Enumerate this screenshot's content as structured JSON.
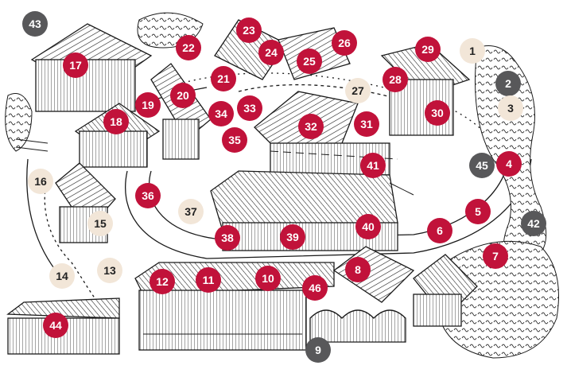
{
  "colors": {
    "red": "#c1123a",
    "dark": "#58585a",
    "beige": "#f2e6d8",
    "ink": "#1a1a1a"
  },
  "markers": [
    {
      "label": "1",
      "style": "beige"
    },
    {
      "label": "2",
      "style": "dark"
    },
    {
      "label": "3",
      "style": "beige"
    },
    {
      "label": "4",
      "style": "red"
    },
    {
      "label": "5",
      "style": "red"
    },
    {
      "label": "6",
      "style": "red"
    },
    {
      "label": "7",
      "style": "red"
    },
    {
      "label": "8",
      "style": "red"
    },
    {
      "label": "9",
      "style": "dark"
    },
    {
      "label": "10",
      "style": "red"
    },
    {
      "label": "11",
      "style": "red"
    },
    {
      "label": "12",
      "style": "red"
    },
    {
      "label": "13",
      "style": "beige"
    },
    {
      "label": "14",
      "style": "beige"
    },
    {
      "label": "15",
      "style": "beige"
    },
    {
      "label": "16",
      "style": "beige"
    },
    {
      "label": "17",
      "style": "red"
    },
    {
      "label": "18",
      "style": "red"
    },
    {
      "label": "19",
      "style": "red"
    },
    {
      "label": "20",
      "style": "red"
    },
    {
      "label": "21",
      "style": "red"
    },
    {
      "label": "22",
      "style": "red"
    },
    {
      "label": "23",
      "style": "red"
    },
    {
      "label": "24",
      "style": "red"
    },
    {
      "label": "25",
      "style": "red"
    },
    {
      "label": "26",
      "style": "red"
    },
    {
      "label": "27",
      "style": "beige"
    },
    {
      "label": "28",
      "style": "red"
    },
    {
      "label": "29",
      "style": "red"
    },
    {
      "label": "30",
      "style": "red"
    },
    {
      "label": "31",
      "style": "red"
    },
    {
      "label": "32",
      "style": "red"
    },
    {
      "label": "33",
      "style": "red"
    },
    {
      "label": "34",
      "style": "red"
    },
    {
      "label": "35",
      "style": "red"
    },
    {
      "label": "36",
      "style": "red"
    },
    {
      "label": "37",
      "style": "beige"
    },
    {
      "label": "38",
      "style": "red"
    },
    {
      "label": "39",
      "style": "red"
    },
    {
      "label": "40",
      "style": "red"
    },
    {
      "label": "41",
      "style": "red"
    },
    {
      "label": "42",
      "style": "dark"
    },
    {
      "label": "43",
      "style": "dark"
    },
    {
      "label": "44",
      "style": "red"
    },
    {
      "label": "45",
      "style": "dark"
    },
    {
      "label": "46",
      "style": "red"
    }
  ]
}
